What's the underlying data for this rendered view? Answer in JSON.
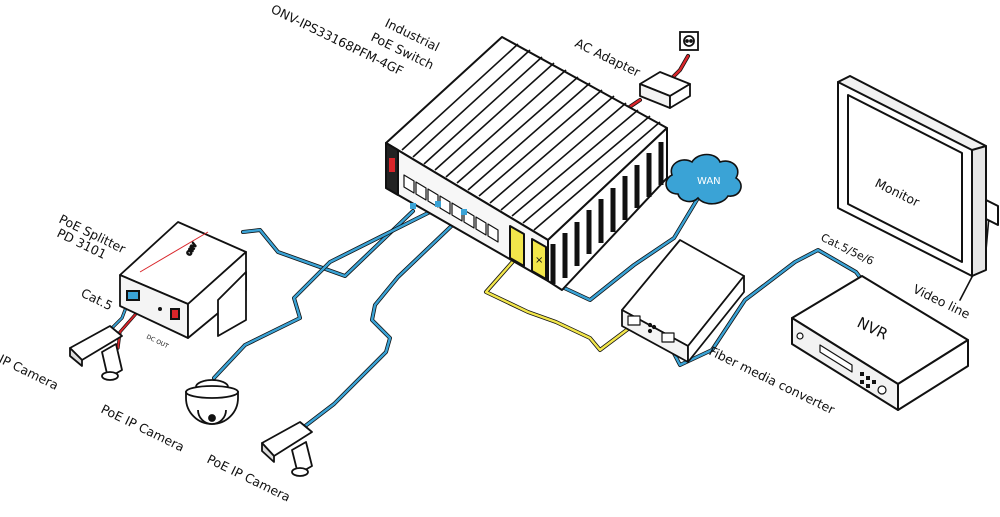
{
  "labels": {
    "switch_model": "ONV-IPS33168PFM-4GF",
    "switch_line1": "Industrial",
    "switch_line2": "PoE Switch",
    "ac_adapter": "AC Adapter",
    "wan": "WAN",
    "monitor": "Monitor",
    "video_line": "Video line",
    "nvr": "NVR",
    "cable_cat5e6": "Cat.5/5e/6",
    "fiber_converter": "Fiber media converter",
    "poe_splitter_line1": "PoE Splitter",
    "poe_splitter_line2": "PD 3101",
    "cable_cat5": "Cat.5",
    "dc_out": "DC OUT",
    "ip_camera": "IP Camera",
    "poe_ip_camera_dome": "PoE IP Camera",
    "poe_ip_camera_bullet": "PoE IP Camera",
    "splitter_brand": "ONV"
  },
  "colors": {
    "ethernet": "#3aa3d6",
    "fiber": "#f2e64b",
    "power": "#d9252a",
    "outline": "#111111",
    "panel": "#f5f5f5"
  }
}
